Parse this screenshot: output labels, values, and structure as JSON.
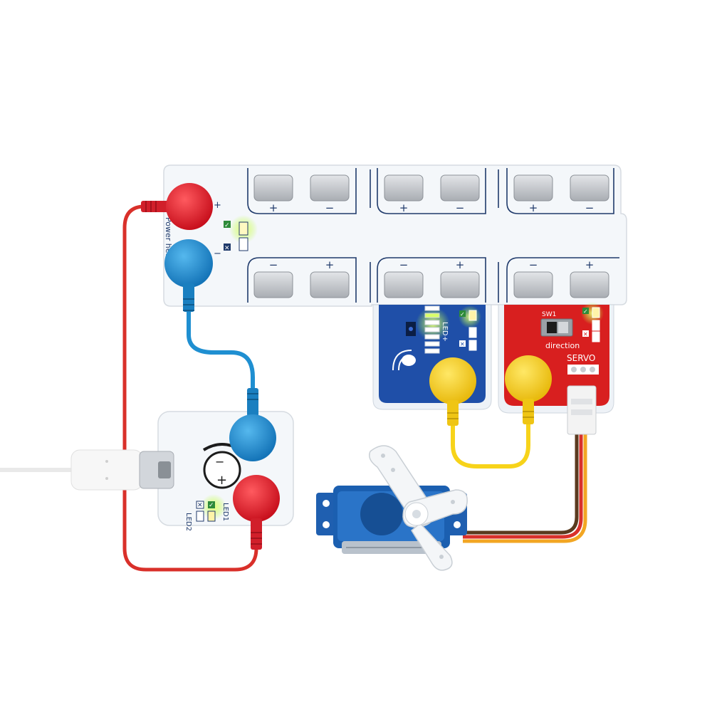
{
  "colors": {
    "background": "#ffffff",
    "board": "#f4f7fa",
    "board_outline": "#1f3a6b",
    "pad": "#c9ccd1",
    "red_connector": "#e11d2a",
    "blue_connector": "#1f8fd1",
    "yellow_connector": "#f7d31a",
    "sensor_module": "#1f4fa8",
    "servo_module": "#d81f1f",
    "servo_body": "#1b5fb0",
    "servo_horn": "#f1f3f5",
    "led_glow": "#b7ff3b",
    "wire_brown": "#5a3a1e",
    "wire_red": "#d9302a",
    "wire_orange": "#f2a623",
    "usb_cable": "#f2f2f2"
  },
  "main_board": {
    "power_label": "Power hea",
    "pad_signs_top": [
      "+",
      "−",
      "+",
      "−",
      "+",
      "−"
    ],
    "pad_signs_bottom": [
      "−",
      "+",
      "−",
      "+",
      "−",
      "+"
    ]
  },
  "power_block": {
    "sign_minus": "−",
    "sign_plus": "+",
    "led_labels": [
      "LED2",
      "LED1"
    ],
    "status_marks": [
      "✓",
      "✕"
    ]
  },
  "sensor_block": {
    "label": "LED+",
    "status_marks": [
      "✓",
      "✕"
    ]
  },
  "servo_block": {
    "switch_label": "SW1",
    "direction_label": "direction",
    "name": "SERVO",
    "status_marks": [
      "✓",
      "✕"
    ]
  },
  "icons": {
    "sensor": "signal-sensor-icon",
    "switch": "slide-switch-icon",
    "face": "face-icon",
    "usb": "usb-c-plug-icon"
  }
}
